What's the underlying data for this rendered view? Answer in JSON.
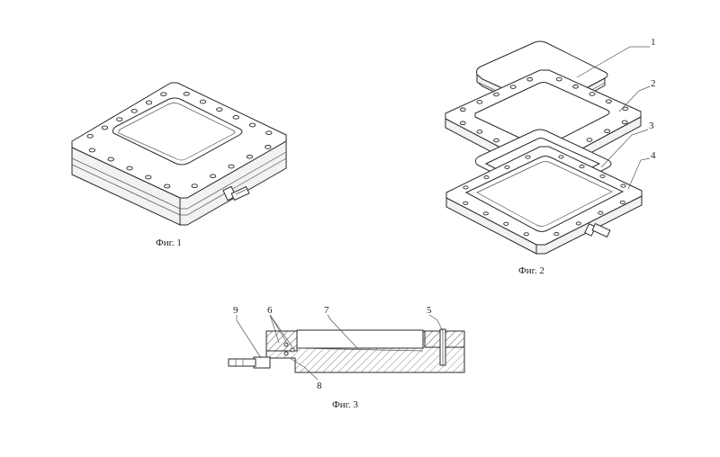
{
  "figures": [
    {
      "id": "fig1",
      "caption": "Фиг. 1"
    },
    {
      "id": "fig2",
      "caption": "Фиг. 2"
    },
    {
      "id": "fig3",
      "caption": "Фиг. 3"
    }
  ],
  "callouts": {
    "fig2": [
      "1",
      "2",
      "3",
      "4"
    ],
    "fig3": [
      "9",
      "6",
      "7",
      "5",
      "8"
    ]
  }
}
